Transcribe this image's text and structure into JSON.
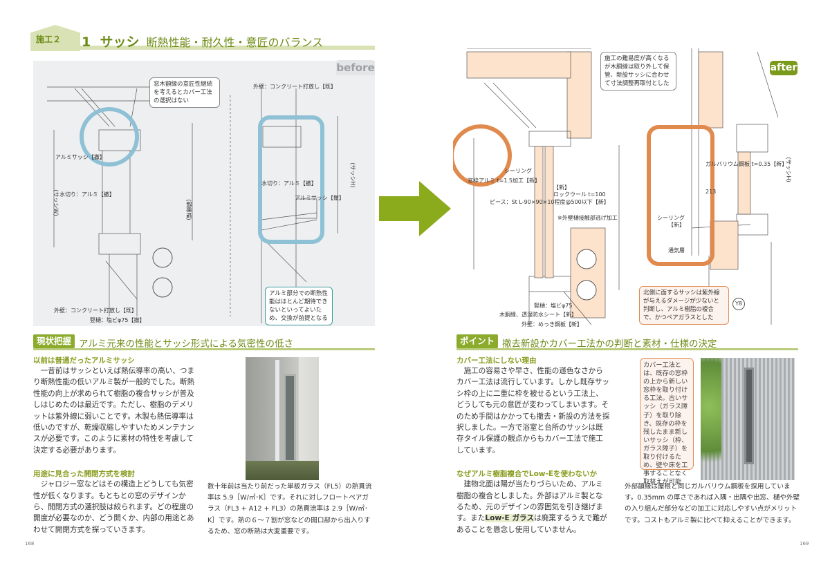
{
  "header": {
    "tab": "施工２",
    "number": "1",
    "title": "サッシ",
    "subtitle": "断熱性能・耐久性・意匠のバランス"
  },
  "before_panel": {
    "badge": "before",
    "callout_top": "窓木額縁の意匠性継続を考えるとカバー工法の選択はない",
    "callout_bottom": "アルミ部分での断熱性能はほとんど期待できないといってよいため、交換が前提となる",
    "labels": [
      "外壁：コンクリート打放し【既】",
      "アルミサッシ【撤】",
      "水切り：アルミ【撤】",
      "外壁：コンクリート打放し【既】",
      "竪樋：塩ビφ75【撤】",
      "水切り：アルミ【撤】",
      "アルミサッシ【撤】",
      "(サッシW)",
      "(サッシH)",
      "(額縁幅)"
    ]
  },
  "after_panel": {
    "badge": "after",
    "callout_top": "施工の難易度が高くなるが木胴縁は取り外して保管、新設サッシに合わせて寸法調整再取付とした",
    "callout_bottom": "北側に面するサッシは紫外線が与えるダメージが少ないと判断し、アルミ樹脂の複合で、かつペアガラスとした",
    "labels": [
      "シーリング",
      "窓枠アルミ t=1.5加工【新】",
      "【新】",
      "ロックウール t=100",
      "ピース：St L-90×90×10程度@500以下【新】",
      "※外壁樋接触部逃げ加工",
      "ガルバリウム鋼板 t=0.35【新】",
      "シーリング",
      "【新】",
      "通気層",
      "竪樋：塩ビφ75",
      "木胴縁、透湿防水シート【新】",
      "外壁：めっき鋼板【新】",
      "(サッシH)",
      "213"
    ],
    "grid_mark": "Y8"
  },
  "left_section": {
    "badge": "現状把握",
    "title": "アルミ元来の性能とサッシ形式による気密性の低さ",
    "h1": "以前は普通だったアルミサッシ",
    "p1": "一昔前はサッシといえば熱伝導率の高い、つまり断熱性能の低いアルミ製が一般的でした。断熱性能の向上が求められて樹脂の複合サッシが普及しはじめたのは最近です。ただし、樹脂のデメリットは紫外線に弱いことです。木製も熱伝導率は低いのですが、乾燥収縮しやすいためメンテナンスが必要です。このように素材の特性を考慮して決定する必要があります。",
    "h2": "用途に見合った開閉方式を検討",
    "p2": "ジャロジー窓などはその構造上どうしても気密性が低くなります。もともとの窓のデザインから、開閉方式の選択肢は絞られます。どの程度の開度が必要なのか、どう開くか、内部の用途とあわせて開閉方式を探っていきます。",
    "caption": "数十年前は当たり前だった単板ガラス（FL5）の熱貫流率は 5.9［W/㎡･K］です。それに対しフロートペアガラス（FL3 + A12 + FL3）の熱貫流率は 2.9［W/㎡･K］です。熱の６〜７割が窓などの開口部から出入りするため、窓の断熱は大変重要です。"
  },
  "right_section": {
    "badge": "ポイント",
    "title": "撤去新設かカバー工法かの判断と素材・仕様の決定",
    "h1": "カバー工法にしない理由",
    "p1": "施工の容易さや早さ、性能の遜色なさからカバー工法は流行しています。しかし既存サッシ枠の上に二重に枠を被せるという工法上、どうしても元の意匠が変わってしまいます。そのため手間はかかっても撤去・新設の方法を採択しました。一方で浴室と台所のサッシは既存タイル保護の観点からもカバー工法で施工しています。",
    "h2": "なぜアルミ樹脂複合でLow-Eを使わないか",
    "p2_a": "建物北面は陽が当たりづらいため、アルミ樹脂の複合としました。外部はアルミ製となるため、元のデザインの雰囲気を引き継げます。また",
    "p2_hl": "Low-E ガラス",
    "p2_b": "は廃棄するうえで難があることを懸念し使用していません。",
    "note": "カバー工法とは、既存の窓枠の上から新しい窓枠を取り付ける工法。古いサッシ（ガラス障子）を取り除き、既存の枠を残したまま新しいサッシ（枠、ガラス障子）を取り付けるため、壁や床を工事することなく取替えが可能",
    "caption": "外部額縁は屋根と同じガルバリウム鋼板を採用しています。0.35mm の厚さであれば入隅・出隅や出窓、樋や外壁の入り組んだ部分などの加工に対応しやすい点がメリットです。コストもアルミ製に比べて抑えることができます。"
  },
  "page_numbers": {
    "left": "168",
    "right": "169"
  },
  "colors": {
    "accent": "#7a9a1a",
    "before_ring": "#8fc1d6",
    "after_ring": "#e08a4e",
    "insulation": "#f0a868"
  }
}
